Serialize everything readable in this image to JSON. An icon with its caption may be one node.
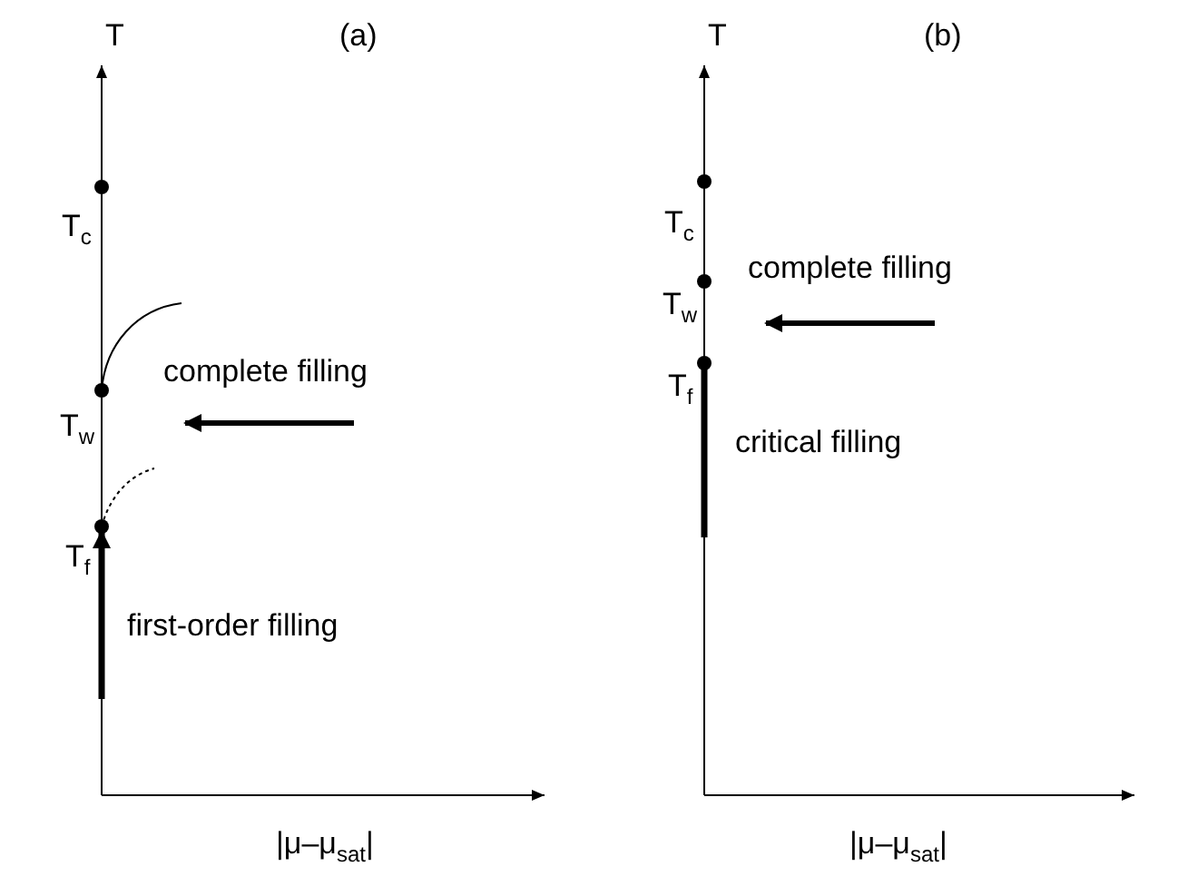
{
  "diagram": {
    "labels": [
      "(a)",
      "T",
      "T$_{c}$",
      "T$_{w}$",
      "complete filling",
      "T$_{f}$",
      "first-order filling",
      "|μ–μ$_{sat}$|",
      "(b)",
      "T",
      "T$_{c}$",
      "T$_{w}$",
      "complete filling",
      "T$_{f}$",
      "critical filling",
      "|μ–μ$_{sat}$|"
    ]
  }
}
